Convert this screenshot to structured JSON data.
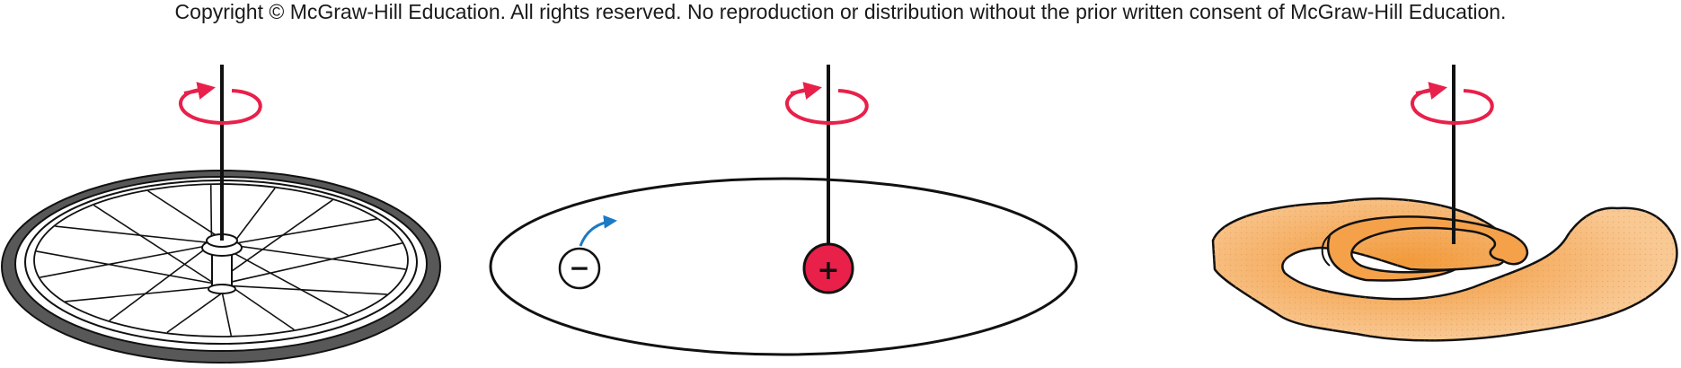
{
  "copyright": "Copyright © McGraw-Hill Education.  All rights reserved. No reproduction or distribution without the prior written consent of McGraw-Hill Education.",
  "colors": {
    "rotation_arrow": "#e8204a",
    "electron_arrow": "#1b7ac4",
    "proton_fill": "#e8204a",
    "tire": "#585858",
    "galaxy_fill": "#f7b66f",
    "galaxy_core": "#f29a3a",
    "line": "#111111"
  },
  "panels": [
    {
      "name": "bicycle-wheel",
      "icon": "wheel-icon"
    },
    {
      "name": "atom",
      "electron_sign": "−",
      "nucleus_sign": "+"
    },
    {
      "name": "spiral-galaxy",
      "icon": "galaxy-icon"
    }
  ]
}
